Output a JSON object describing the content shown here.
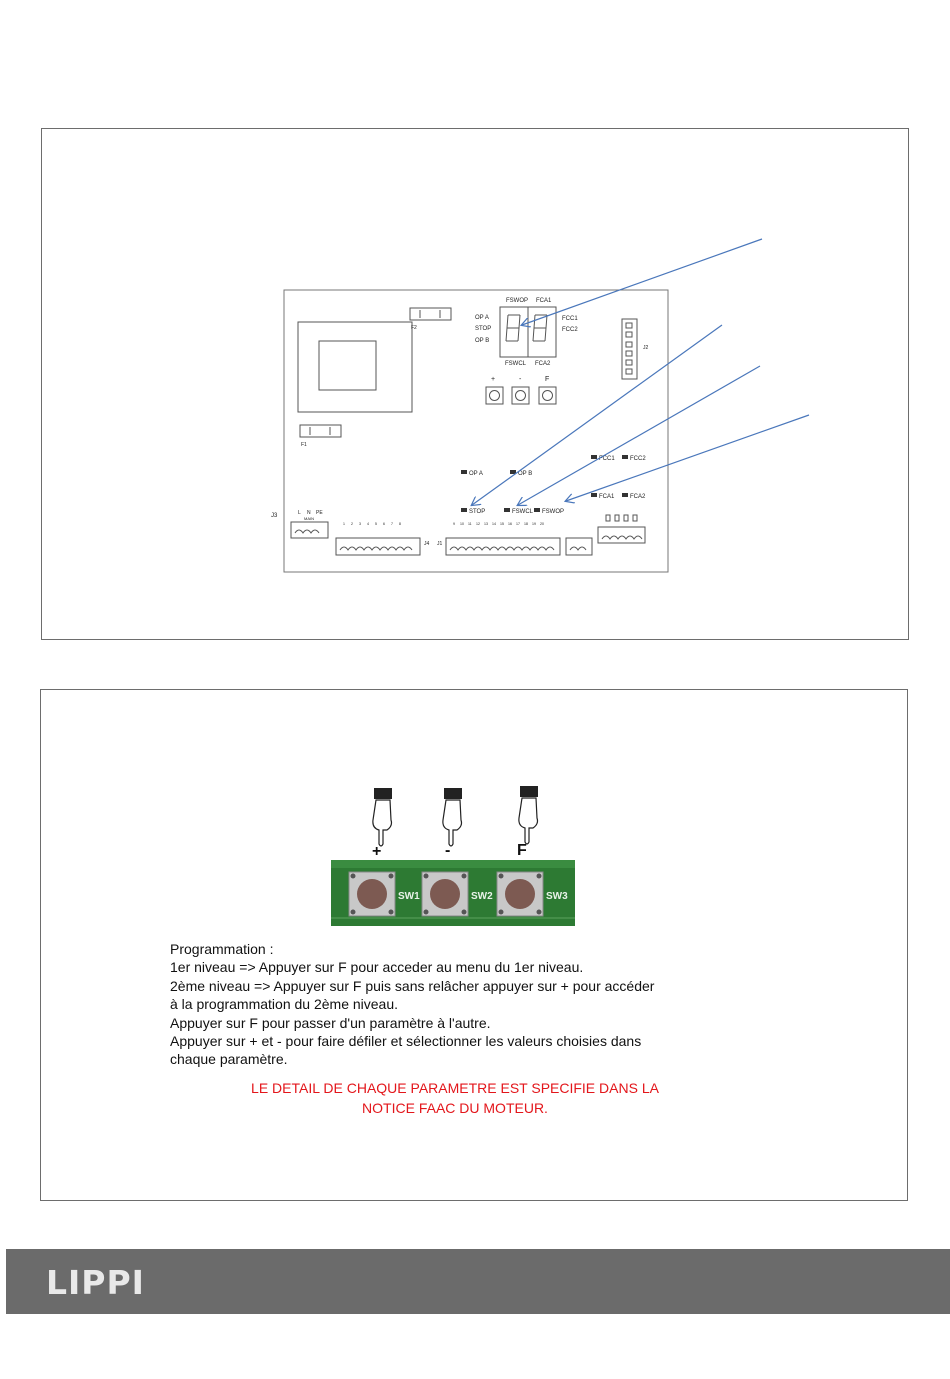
{
  "board": {
    "labels": {
      "fswop_top": "FSWOP",
      "fca1_top": "FCA1",
      "opa": "OP A",
      "stop": "STOP",
      "opb": "OP B",
      "fcc1_disp": "FCC1",
      "fcc2_disp": "FCC2",
      "fswcl_bot": "FSWCL",
      "fca2_bot": "FCA2",
      "btn_plus": "+",
      "btn_minus": "-",
      "btn_f": "F",
      "f1": "F1",
      "f2": "F2",
      "j2": "J2",
      "j3": "J3",
      "j4": "J4",
      "j1": "J1",
      "led_opa": "OP A",
      "led_opb": "OP B",
      "led_fcc1": "FCC1",
      "led_fcc2": "FCC2",
      "led_stop": "STOP",
      "led_fswcl": "FSWCL",
      "led_fswop": "FSWOP",
      "led_fca1": "FCA1",
      "led_fca2": "FCA2",
      "main": "MAIN",
      "term_l": "L",
      "term_n": "N",
      "term_pe": "PE"
    }
  },
  "photo": {
    "label_plus": "+",
    "label_minus": "-",
    "label_f": "F",
    "sw1": "SW1",
    "sw2": "SW2",
    "sw3": "SW3"
  },
  "instructions": {
    "lines": [
      "Programmation :",
      "1er niveau => Appuyer sur F pour acceder au menu du 1er niveau.",
      "2ème niveau => Appuyer sur F puis sans relâcher appuyer sur + pour accéder",
      "à la programmation du 2ème niveau.",
      "Appuyer sur F pour passer d'un paramètre à l'autre.",
      "Appuyer sur + et - pour faire défiler et sélectionner les valeurs choisies dans",
      "chaque paramètre."
    ],
    "warning": [
      "LE DETAIL DE CHAQUE PARAMETRE EST SPECIFIE DANS LA",
      "NOTICE FAAC DU MOTEUR."
    ]
  },
  "footer": {
    "brand": "LIPPI"
  },
  "colors": {
    "arrow": "#4a77bb",
    "warning": "#e3161b",
    "footer_bg": "#6b6b6b",
    "pcb_green": "#2d7a33"
  }
}
